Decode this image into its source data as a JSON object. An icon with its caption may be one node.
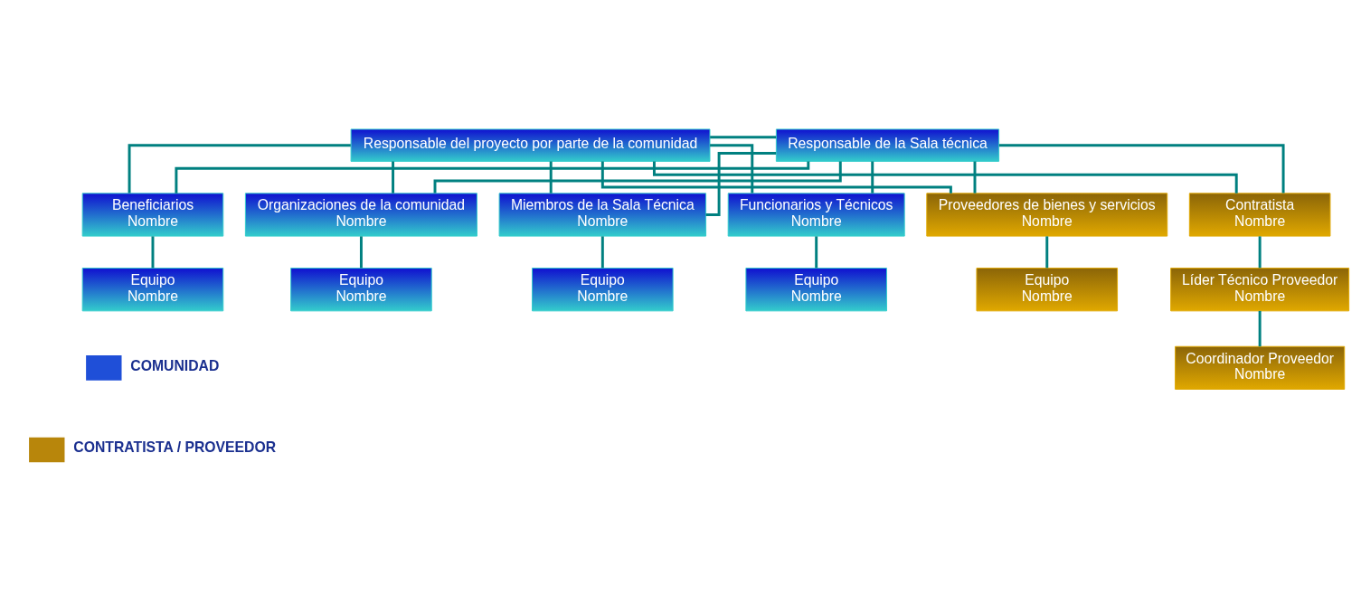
{
  "diagram": {
    "nodes": [
      {
        "text": [
          "Responsable del proyecto por parte de la comunidad"
        ]
      },
      {
        "text": [
          "Responsable de la Sala técnica"
        ]
      },
      {
        "text": [
          "Beneficiarios",
          "Nombre"
        ]
      },
      {
        "text": [
          "Organizaciones de la comunidad",
          "Nombre"
        ]
      },
      {
        "text": [
          "Miembros de la Sala Técnica",
          "Nombre"
        ]
      },
      {
        "text": [
          "Funcionarios y Técnicos",
          "Nombre"
        ]
      },
      {
        "text": [
          "Proveedores de bienes y servicios",
          "Nombre"
        ]
      },
      {
        "text": [
          "Contratista",
          "Nombre"
        ]
      },
      {
        "text": [
          "Equipo",
          "Nombre"
        ]
      },
      {
        "text": [
          "Equipo",
          "Nombre"
        ]
      },
      {
        "text": [
          "Equipo",
          "Nombre"
        ]
      },
      {
        "text": [
          "Equipo",
          "Nombre"
        ]
      },
      {
        "text": [
          "Equipo",
          "Nombre"
        ]
      },
      {
        "text": [
          "Líder Técnico Proveedor",
          "Nombre"
        ]
      },
      {
        "text": [
          "Coordinador Proveedor",
          "Nombre"
        ]
      }
    ],
    "edges": [
      {
        "from": 0,
        "to": 1,
        "arrow": "none"
      },
      {
        "from": 0,
        "to": 2,
        "arrow": "none"
      },
      {
        "from": 0,
        "to": 3,
        "arrow": "none"
      },
      {
        "from": 0,
        "to": 4,
        "arrow": "none"
      },
      {
        "from": 0,
        "to": 5,
        "arrow": "none"
      },
      {
        "from": 0,
        "to": 6,
        "arrow": "none"
      },
      {
        "from": 0,
        "to": 7,
        "arrow": "none"
      },
      {
        "from": 1,
        "to": 2,
        "arrow": "none"
      },
      {
        "from": 1,
        "to": 3,
        "arrow": "none"
      },
      {
        "from": 1,
        "to": 4,
        "arrow": "none"
      },
      {
        "from": 1,
        "to": 5,
        "arrow": "none"
      },
      {
        "from": 1,
        "to": 6,
        "arrow": "none"
      },
      {
        "from": 1,
        "to": 7,
        "arrow": "none"
      },
      {
        "from": 2,
        "to": 8,
        "arrow": "none"
      },
      {
        "from": 3,
        "to": 9,
        "arrow": "none"
      },
      {
        "from": 4,
        "to": 10,
        "arrow": "none"
      },
      {
        "from": 5,
        "to": 11,
        "arrow": "none"
      },
      {
        "from": 6,
        "to": 12,
        "arrow": "none"
      },
      {
        "from": 7,
        "to": 13,
        "arrow": "none"
      },
      {
        "from": 13,
        "to": 14,
        "arrow": "none"
      }
    ],
    "legend": [
      {
        "text": "COMUNIDAD",
        "color": "#1f4fd8"
      },
      {
        "text": "CONTRATISTA / PROVEEDOR",
        "color": "#b8860b"
      }
    ]
  }
}
